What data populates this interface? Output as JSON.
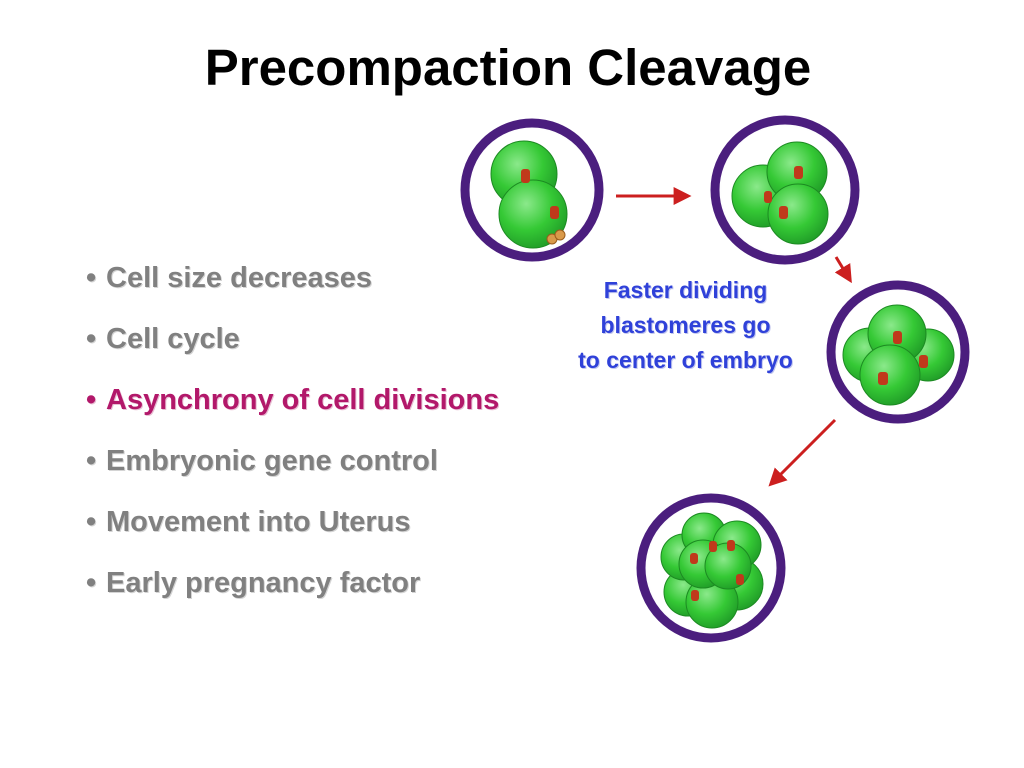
{
  "slide": {
    "title": "Precompaction Cleavage",
    "bullets": [
      "Cell size decreases",
      "Cell cycle",
      "Asynchrony of cell divisions",
      "Embryonic gene control",
      "Movement into Uterus",
      "Early pregnancy factor"
    ],
    "highlighted_bullet_index": 2,
    "caption_lines": [
      "Faster dividing",
      "blastomeres go",
      "to center of embryo"
    ]
  },
  "colors": {
    "bullet_text": "#808080",
    "highlight_text": "#b2186a",
    "caption_text": "#2f41d9",
    "zona": "#4b1e7e",
    "cell": "#35c935",
    "nucleus": "#c0391b",
    "arrow": "#cc1f1f"
  }
}
